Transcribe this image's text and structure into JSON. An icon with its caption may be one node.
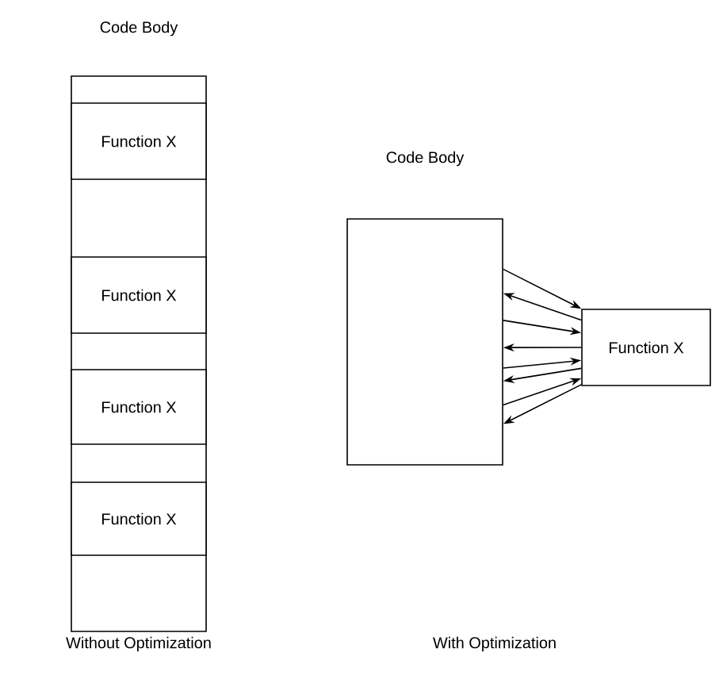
{
  "diagram": {
    "nodes": [
      {
        "text": [
          "Code Body"
        ]
      },
      {
        "text": [
          "Function X"
        ],
        "in": 0
      },
      {
        "text": [
          "Function X"
        ],
        "in": 0
      },
      {
        "text": [
          "Function X"
        ],
        "in": 0
      },
      {
        "text": [
          "Function X"
        ],
        "in": 0
      },
      {
        "text": [
          "Code Body"
        ]
      },
      {
        "text": [
          "Function X"
        ]
      }
    ],
    "edges": [
      {
        "from": 5,
        "to": 6,
        "arrow": "to"
      },
      {
        "from": 6,
        "to": 5,
        "arrow": "to"
      },
      {
        "from": 5,
        "to": 6,
        "arrow": "to"
      },
      {
        "from": 6,
        "to": 5,
        "arrow": "to"
      },
      {
        "from": 5,
        "to": 6,
        "arrow": "to"
      },
      {
        "from": 6,
        "to": 5,
        "arrow": "to"
      },
      {
        "from": 5,
        "to": 6,
        "arrow": "to"
      },
      {
        "from": 6,
        "to": 5,
        "arrow": "to"
      }
    ],
    "labels": [
      "Without Optimization",
      "With Optimization"
    ]
  }
}
